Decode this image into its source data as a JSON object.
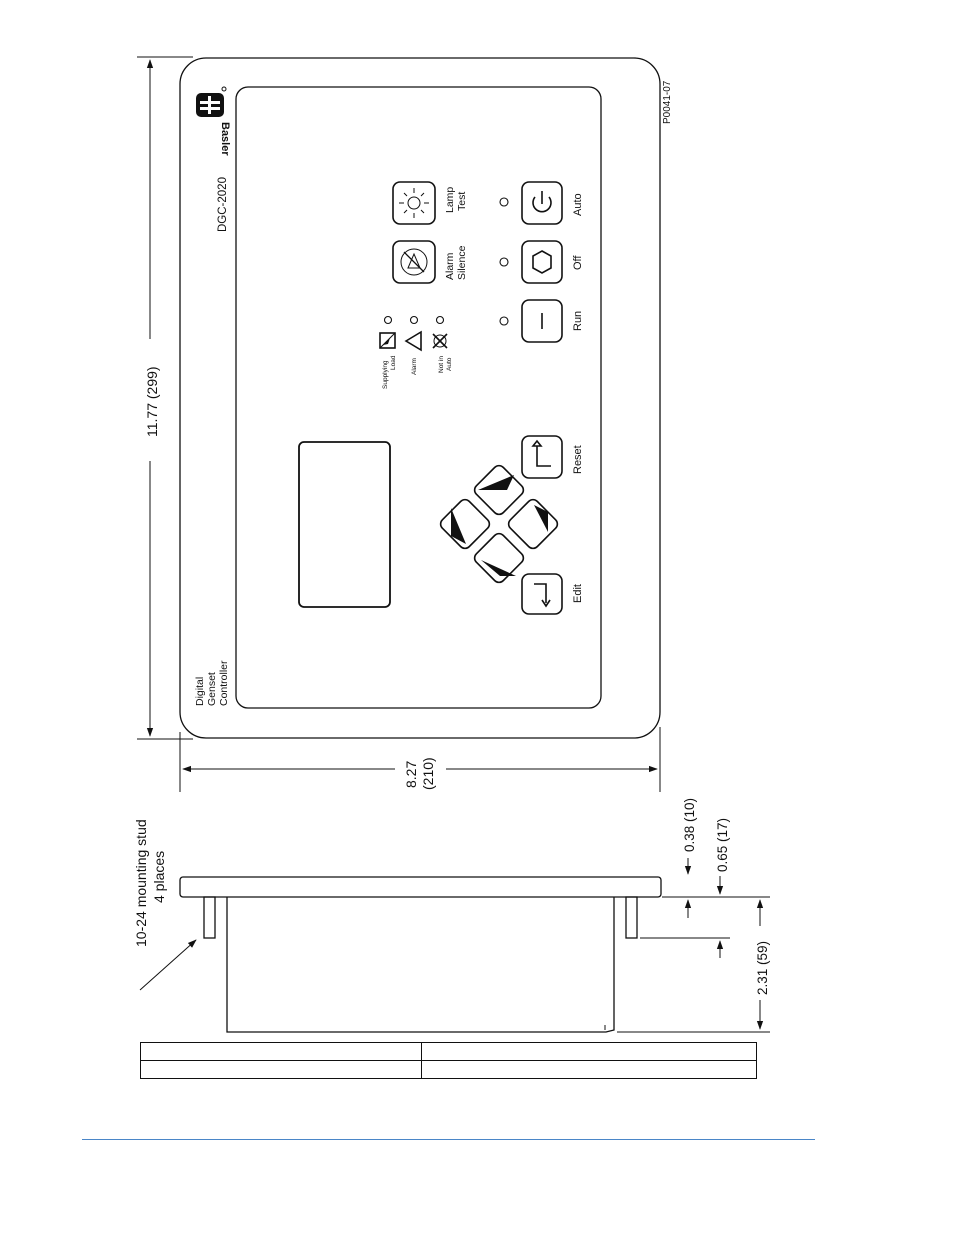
{
  "drawing_id": "P0041-07",
  "brand": {
    "name": "Basler"
  },
  "product": {
    "model": "DGC-2020",
    "title_lines": [
      "Digital",
      "Genset",
      "Controller"
    ]
  },
  "indicators": [
    {
      "label_lines": [
        "Supplying",
        "Load"
      ]
    },
    {
      "label_lines": [
        "Alarm"
      ]
    },
    {
      "label_lines": [
        "Not in",
        "Auto"
      ]
    }
  ],
  "buttons": {
    "alarm_silence": [
      "Alarm",
      "Silence"
    ],
    "lamp_test": [
      "Lamp",
      "Test"
    ],
    "run": "Run",
    "off": "Off",
    "auto": "Auto",
    "reset": "Reset",
    "edit": "Edit"
  },
  "dimensions": {
    "height": "11.77 (299)",
    "width_in": "8.27",
    "width_mm": "(210)",
    "depth_total": "2.31 (59)",
    "face_thickness": "0.38 (10)",
    "stud_offset": "0.65 (17)"
  },
  "callouts": {
    "mounting_stud": [
      "10-24 mounting stud",
      "4 places"
    ]
  },
  "table": {
    "rows": [
      [
        "",
        ""
      ],
      [
        "",
        ""
      ]
    ]
  }
}
